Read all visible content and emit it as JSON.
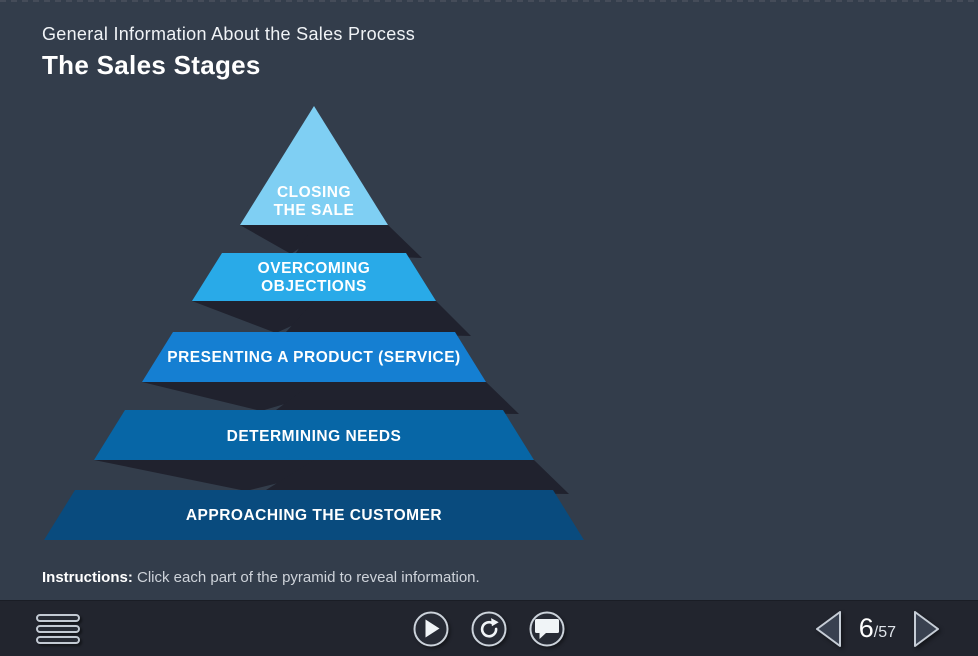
{
  "header": {
    "subtitle": "General Information About the Sales Process",
    "title": "The Sales Stages"
  },
  "pyramid": {
    "shadow_color": "#20222e",
    "layers": [
      {
        "id": "closing-the-sale",
        "lines": [
          "CLOSING",
          "THE SALE"
        ],
        "color": "#7fcff3"
      },
      {
        "id": "overcoming-objections",
        "lines": [
          "OVERCOMING",
          "OBJECTIONS"
        ],
        "color": "#29aae8"
      },
      {
        "id": "presenting-a-product",
        "lines": [
          "PRESENTING A PRODUCT (SERVICE)"
        ],
        "color": "#157fd2"
      },
      {
        "id": "determining-needs",
        "lines": [
          "DETERMINING NEEDS"
        ],
        "color": "#0766a6"
      },
      {
        "id": "approaching-the-customer",
        "lines": [
          "APPROACHING THE CUSTOMER"
        ],
        "color": "#094b7e"
      }
    ]
  },
  "instructions": {
    "label": "Instructions:",
    "text": "Click each part of the pyramid to reveal information."
  },
  "player": {
    "menu_icon": "hamburger-menu",
    "controls": [
      {
        "icon": "play"
      },
      {
        "icon": "replay"
      },
      {
        "icon": "comment"
      }
    ],
    "pager": {
      "current": "6",
      "total": "/57"
    },
    "prev_icon": "previous-arrow",
    "next_icon": "next-arrow"
  },
  "colors": {
    "slide_background": "#333d4b",
    "player_bar_background": "#22252e",
    "label_text": "#ffffff"
  }
}
